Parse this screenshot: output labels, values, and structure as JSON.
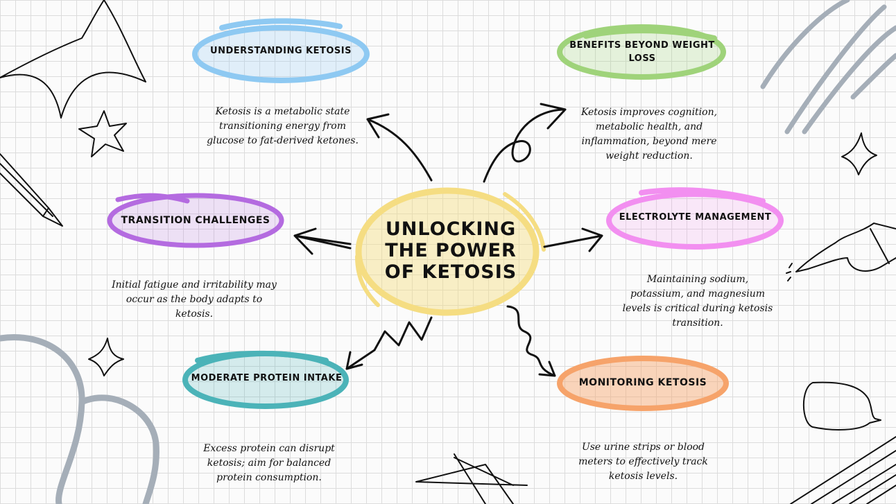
{
  "center": {
    "title": "UNLOCKING THE POWER OF KETOSIS"
  },
  "nodes": [
    {
      "title": "UNDERSTANDING KETOSIS",
      "description": "Ketosis is a metabolic state transitioning energy from glucose to fat-derived ketones.",
      "color": "#8ec9f2"
    },
    {
      "title": "BENEFITS BEYOND WEIGHT LOSS",
      "description": "Ketosis improves cognition, metabolic health, and inflammation, beyond mere weight reduction.",
      "color": "#9fd37a"
    },
    {
      "title": "TRANSITION CHALLENGES",
      "description": "Initial fatigue and irritability may occur as the body adapts to ketosis.",
      "color": "#b46be0"
    },
    {
      "title": "ELECTROLYTE MANAGEMENT",
      "description": "Maintaining sodium, potassium, and magnesium levels is critical during ketosis transition.",
      "color": "#f28ff0"
    },
    {
      "title": "MODERATE PROTEIN INTAKE",
      "description": "Excess protein can disrupt ketosis; aim for balanced protein consumption.",
      "color": "#4bb3b8"
    },
    {
      "title": "MONITORING KETOSIS",
      "description": "Use urine strips or blood meters to effectively track ketosis levels.",
      "color": "#f6a36a"
    }
  ],
  "colors": {
    "center": "#f5dd82",
    "ink": "#111111",
    "doodle_gray": "#a5aeb8"
  }
}
